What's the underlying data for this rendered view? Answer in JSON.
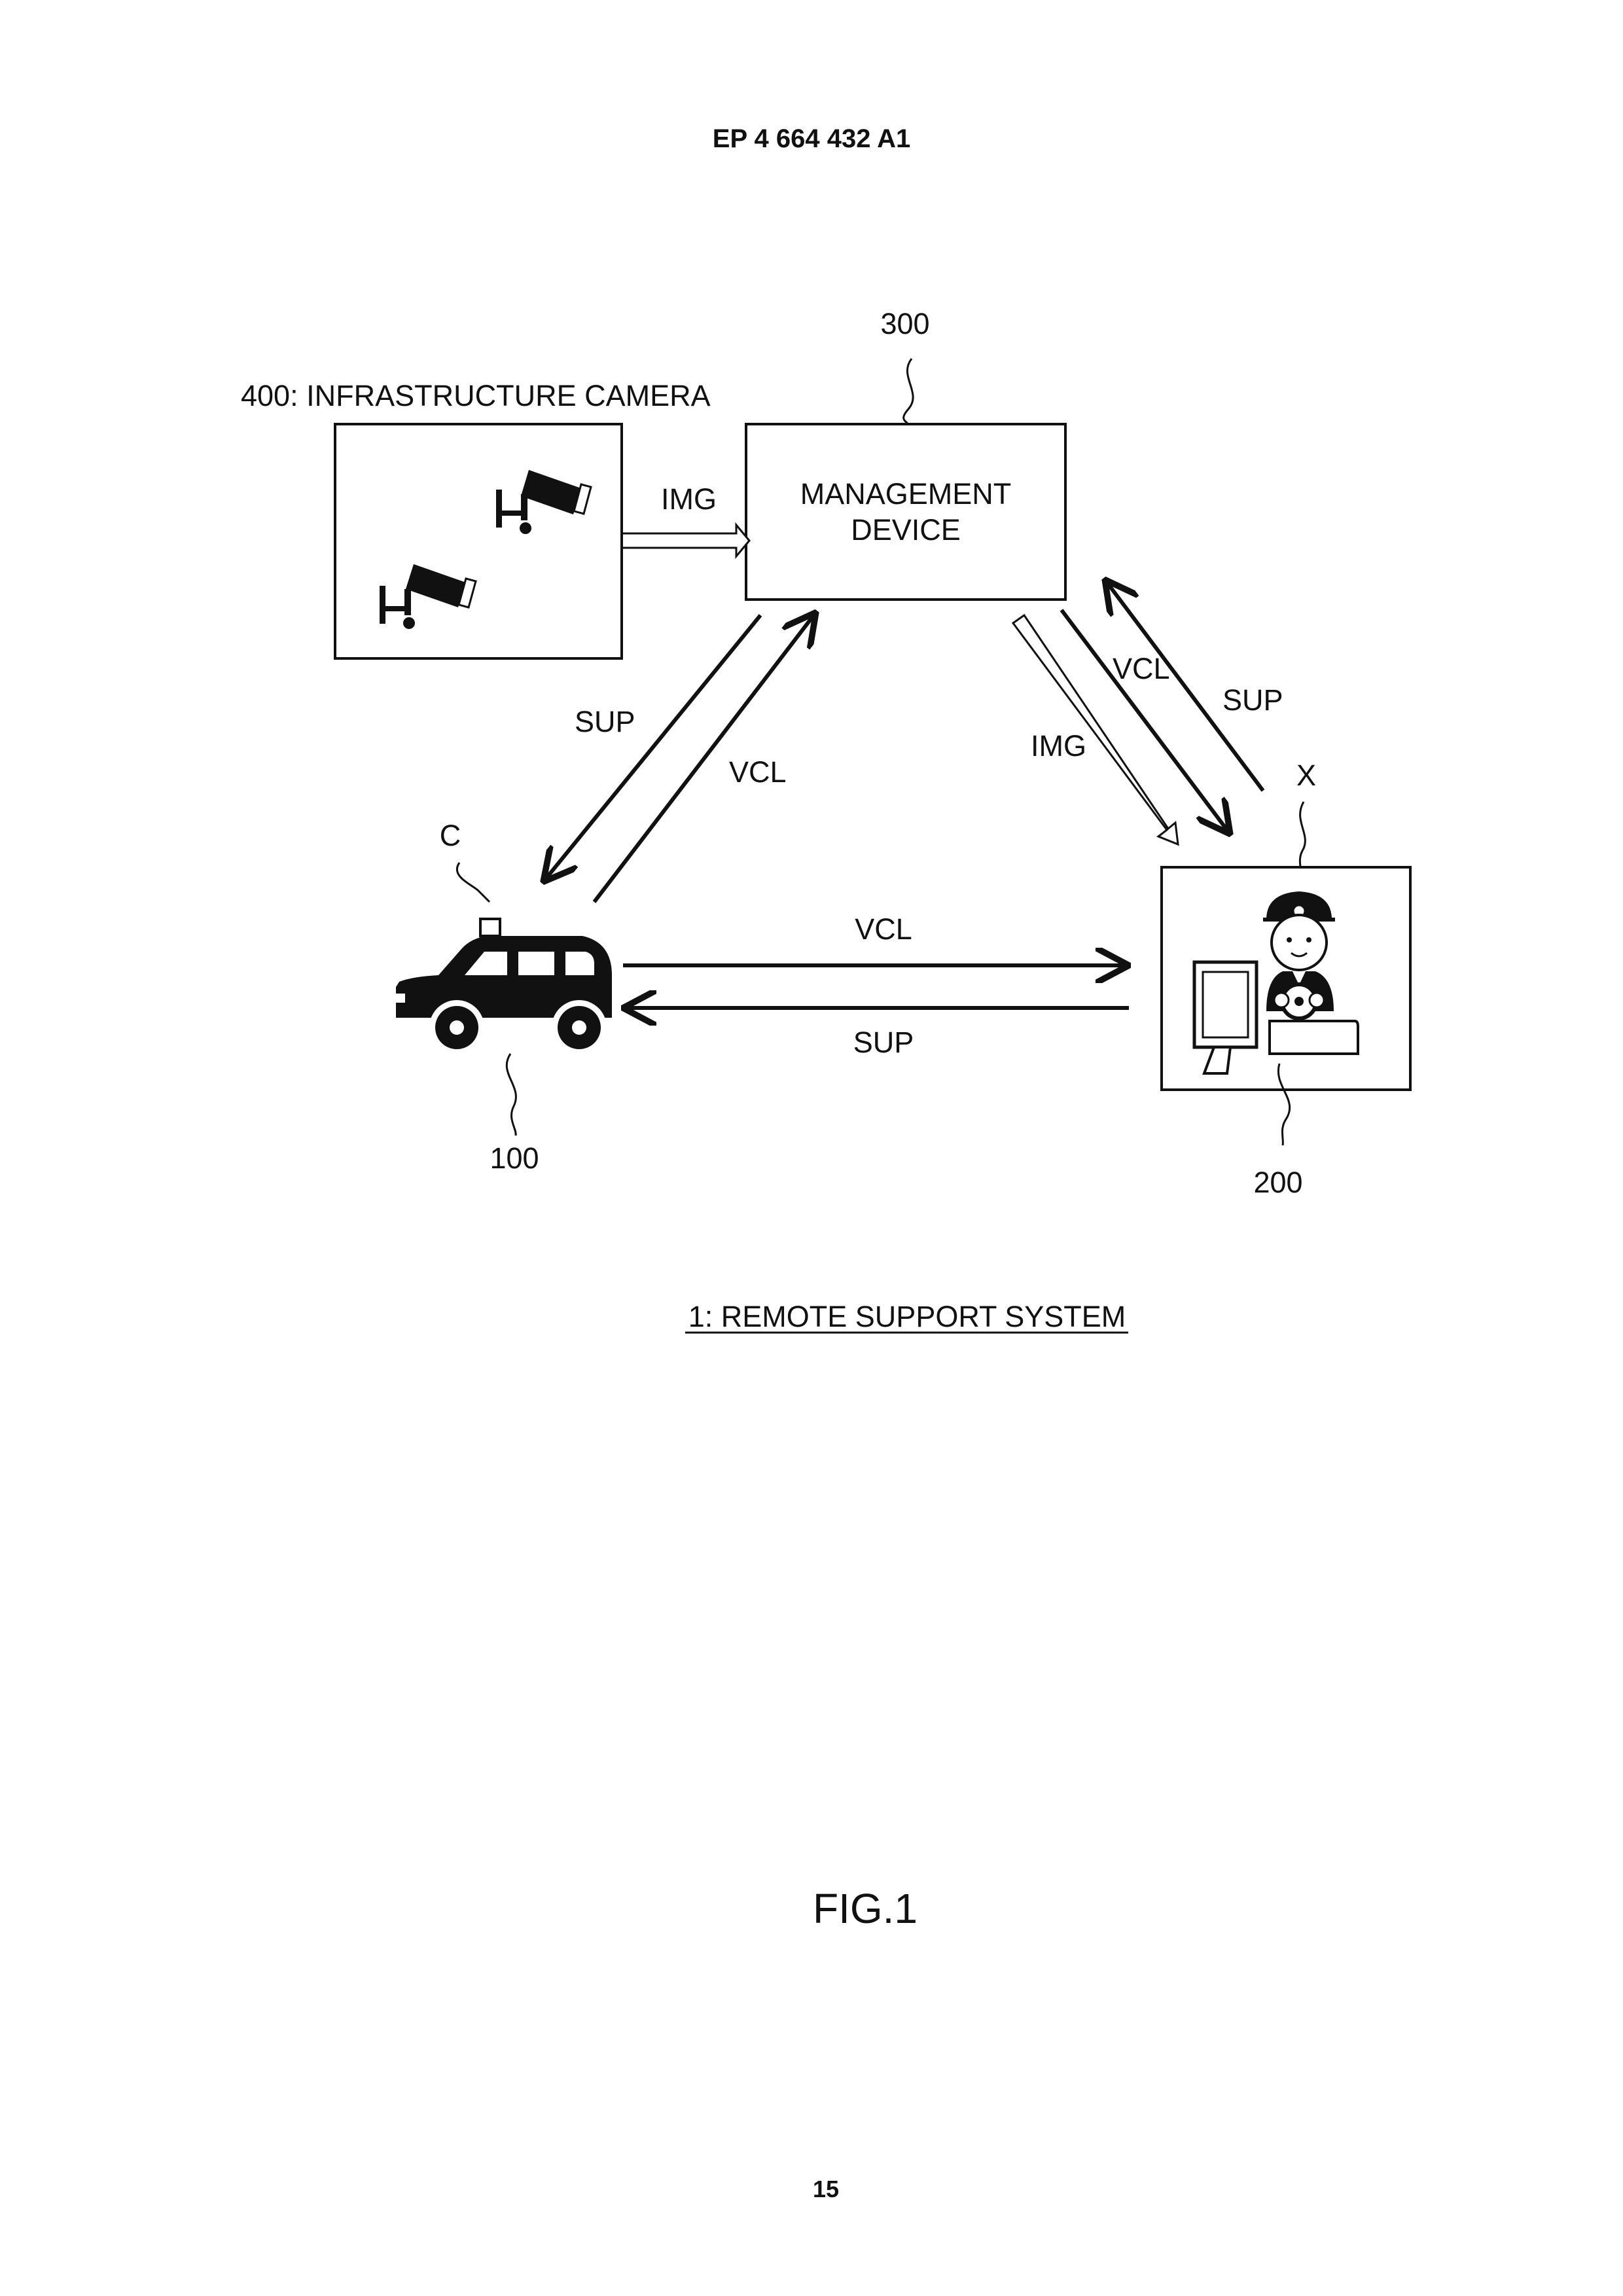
{
  "header": {
    "doc_number": "EP 4 664 432 A1"
  },
  "figure": {
    "camera_label": "400: INFRASTRUCTURE CAMERA",
    "management_ref": "300",
    "management_line1": "MANAGEMENT",
    "management_line2": "DEVICE",
    "vehicle_ref": "100",
    "vehicle_marker": "C",
    "operator_ref": "200",
    "operator_marker": "X",
    "arrows": {
      "img_camera_to_mgmt": "IMG",
      "sup_mgmt_to_vehicle": "SUP",
      "vcl_vehicle_to_mgmt": "VCL",
      "img_mgmt_to_operator": "IMG",
      "vcl_mgmt_to_operator": "VCL",
      "sup_operator_to_mgmt": "SUP",
      "vcl_vehicle_to_operator": "VCL",
      "sup_operator_to_vehicle": "SUP"
    },
    "system_caption": "1: REMOTE SUPPORT SYSTEM",
    "figure_label": "FIG.1"
  },
  "footer": {
    "page_number": "15"
  }
}
